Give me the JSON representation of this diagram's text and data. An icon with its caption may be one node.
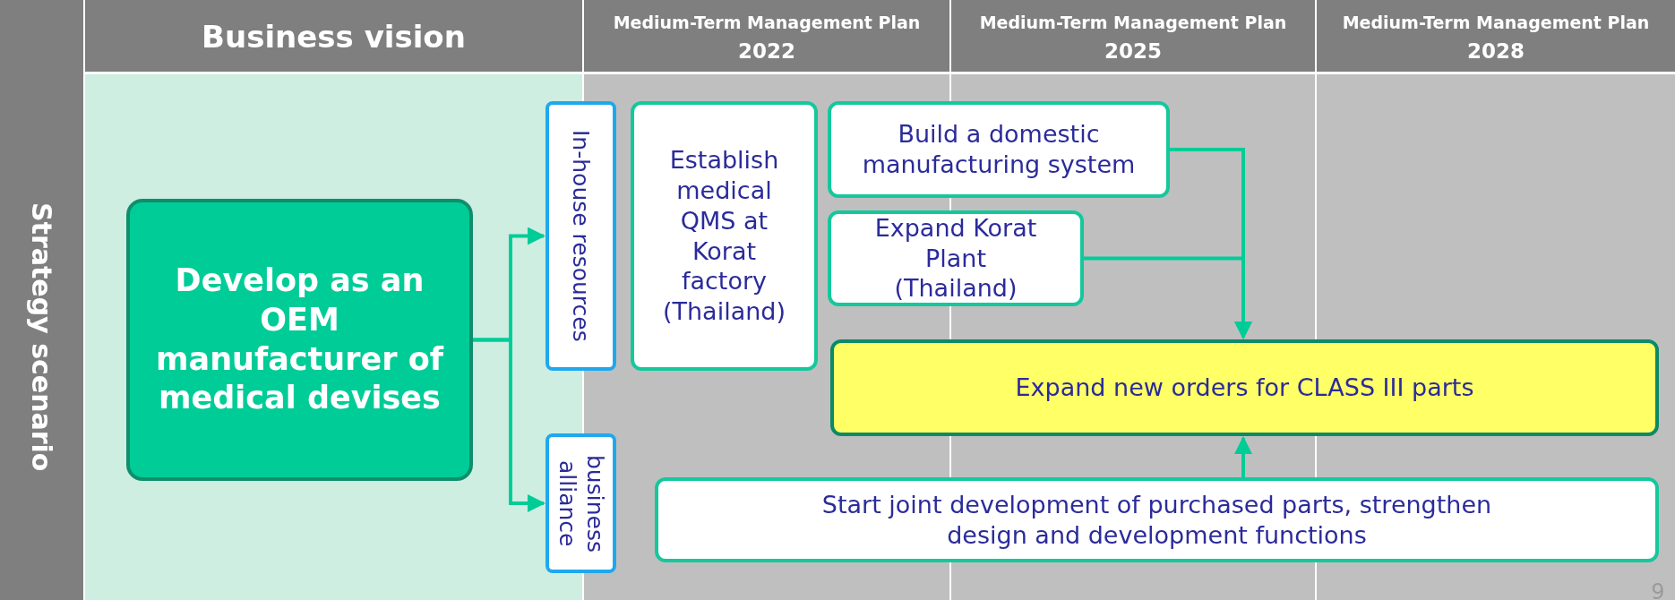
{
  "diagram": {
    "nodes": [
      {
        "text": [
          "Develop as an OEM manufacturer of medical devises"
        ]
      },
      {
        "text": [
          "In-house resources"
        ]
      },
      {
        "text": [
          "business alliance"
        ]
      },
      {
        "text": [
          "Establish medical QMS at Korat factory (Thailand)"
        ]
      },
      {
        "text": [
          "Build a domestic manufacturing system"
        ]
      },
      {
        "text": [
          "Expand Korat Plant (Thailand)"
        ]
      },
      {
        "text": [
          "Expand new orders for CLASS III parts"
        ]
      },
      {
        "text": [
          "Start joint development of purchased parts, strengthen design and development functions"
        ]
      }
    ],
    "edges": [
      {
        "from": 0,
        "to": 1,
        "arrow": "to"
      },
      {
        "from": 0,
        "to": 2,
        "arrow": "to"
      },
      {
        "from": 4,
        "to": 6,
        "arrow": "to"
      },
      {
        "from": 5,
        "to": 6,
        "arrow": "to"
      },
      {
        "from": 7,
        "to": 6,
        "arrow": "to"
      }
    ],
    "labels": [
      "Business vision",
      "Medium-Term Management Plan",
      "2022",
      "Medium-Term Management Plan",
      "2025",
      "Medium-Term Management Plan",
      "2028",
      "Strategy scenario",
      "9"
    ]
  }
}
